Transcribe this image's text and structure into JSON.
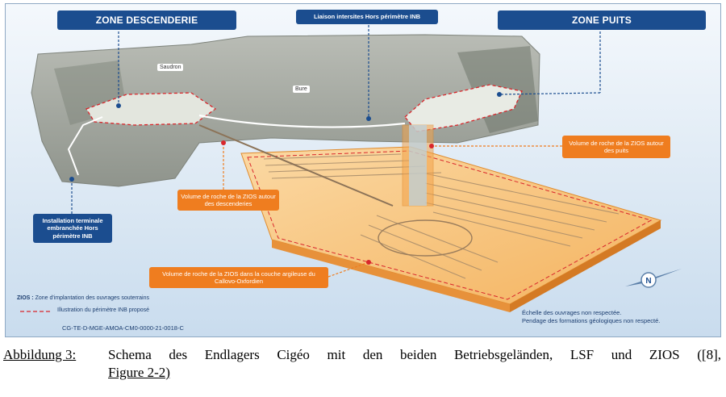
{
  "figure": {
    "zone_descenderie": "ZONE DESCENDERIE",
    "liaison": "Liaison intersites Hors périmètre INB",
    "zone_puits": "ZONE PUITS",
    "towns": {
      "saudron": "Saudron",
      "bure": "Bure"
    },
    "volume_puits": "Volume de roche de la ZIOS autour des puits",
    "volume_descenderies": "Volume de roche de la ZIOS autour des descenderies",
    "installation": "Installation terminale embranchée Hors périmètre INB",
    "volume_couche": "Volume de roche de la ZIOS dans la couche argileuse du Callovo-Oxfordien",
    "legend": {
      "zios_abbr": "ZIOS :",
      "zios_text": "Zone d'implantation des ouvrages souterrains",
      "inb_text": "Illustration du périmètre INB proposé"
    },
    "scale_note_1": "Échelle des ouvrages non respectée.",
    "scale_note_2": "Pendage des formations géologiques non respecté.",
    "reference": "CG-TE-D-MGE-AMOA-CM0-0000-21-0018-C",
    "colors": {
      "navy": "#1b4d8f",
      "orange": "#ef7d1f",
      "inb_dash": "#d9262b"
    }
  },
  "caption": {
    "label": "Abbildung 3:",
    "line1": "Schema des Endlagers Cigéo mit den beiden Betriebsgeländen, LSF und ZIOS ([8],",
    "line2": "Figure 2-2)"
  }
}
